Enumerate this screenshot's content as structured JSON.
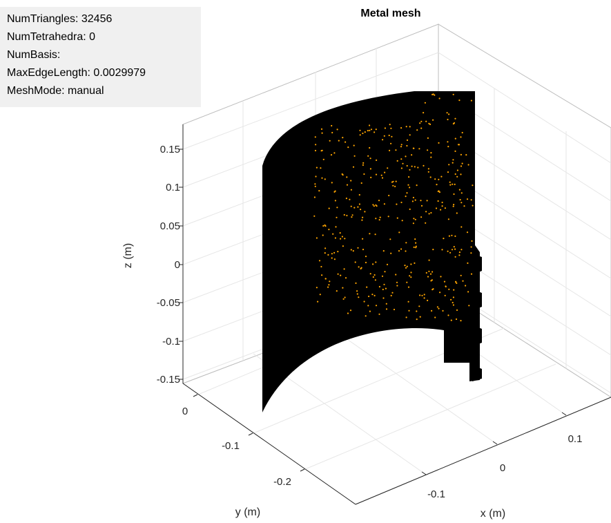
{
  "chart_data": {
    "type": "scatter",
    "title": "Metal mesh",
    "xlabel": "x (m)",
    "ylabel": "y (m)",
    "zlabel": "z (m)",
    "x_ticks": [
      "-0.1",
      "0",
      "0.1"
    ],
    "y_ticks": [
      "0",
      "-0.1",
      "-0.2"
    ],
    "z_ticks": [
      "0.15",
      "0.1",
      "0.05",
      "0",
      "-0.05",
      "-0.1",
      "-0.15"
    ],
    "zlim": [
      -0.155,
      0.195
    ],
    "grid": true,
    "projection": "3d",
    "mesh_color": "#000000",
    "feed_point_color": "#ffa500",
    "info": [
      "NumTriangles: 32456",
      "NumTetrahedra: 0",
      "NumBasis:",
      "MaxEdgeLength: 0.0029979",
      "MeshMode: manual"
    ]
  }
}
